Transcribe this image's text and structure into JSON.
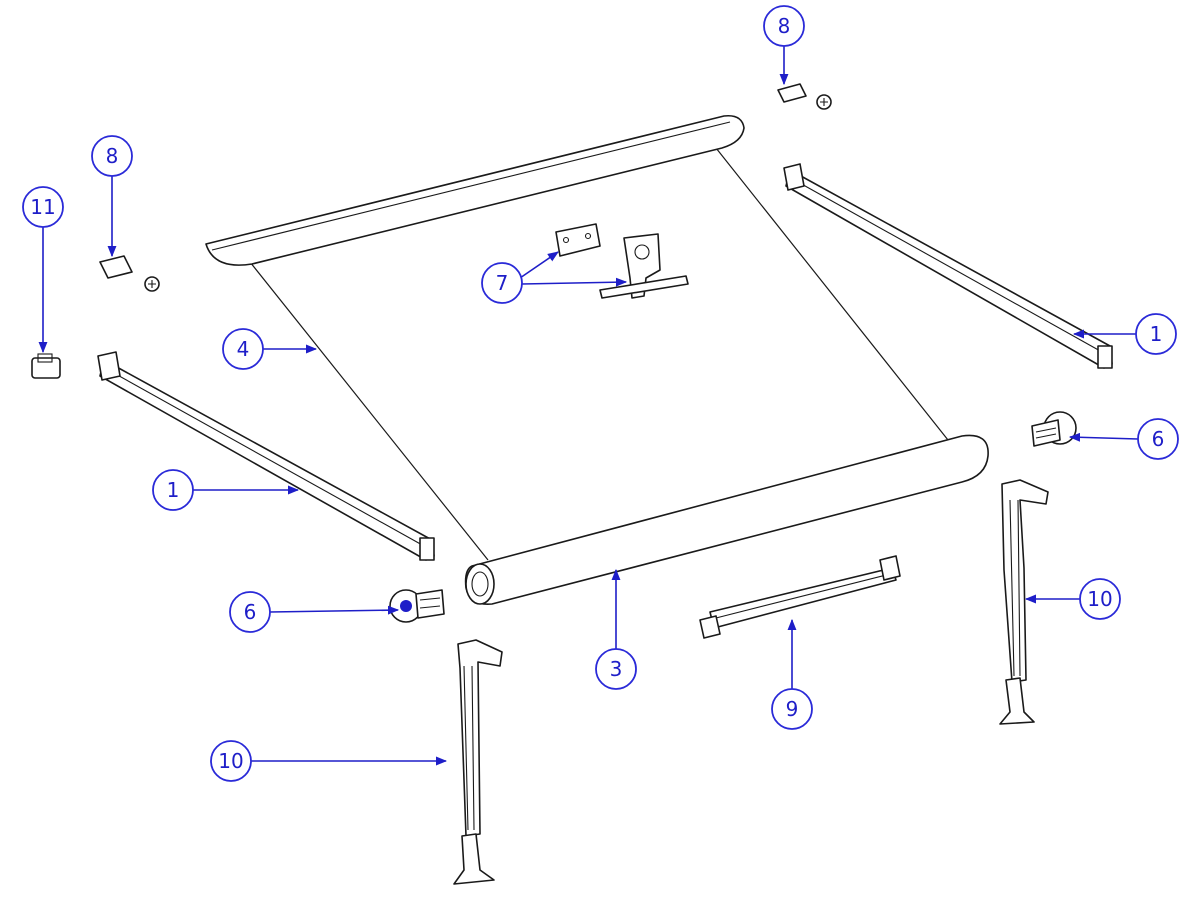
{
  "diagram": {
    "accent_color": "#1e1ec8",
    "line_color": "#1a1a1a",
    "callouts": [
      {
        "id": "c-8-top",
        "label": "8"
      },
      {
        "id": "c-8-left",
        "label": "8"
      },
      {
        "id": "c-11",
        "label": "11"
      },
      {
        "id": "c-7",
        "label": "7"
      },
      {
        "id": "c-4",
        "label": "4"
      },
      {
        "id": "c-1-right",
        "label": "1"
      },
      {
        "id": "c-1-left",
        "label": "1"
      },
      {
        "id": "c-6-right",
        "label": "6"
      },
      {
        "id": "c-6-left",
        "label": "6"
      },
      {
        "id": "c-3",
        "label": "3"
      },
      {
        "id": "c-10-right",
        "label": "10"
      },
      {
        "id": "c-9",
        "label": "9"
      },
      {
        "id": "c-10-left",
        "label": "10"
      }
    ]
  }
}
